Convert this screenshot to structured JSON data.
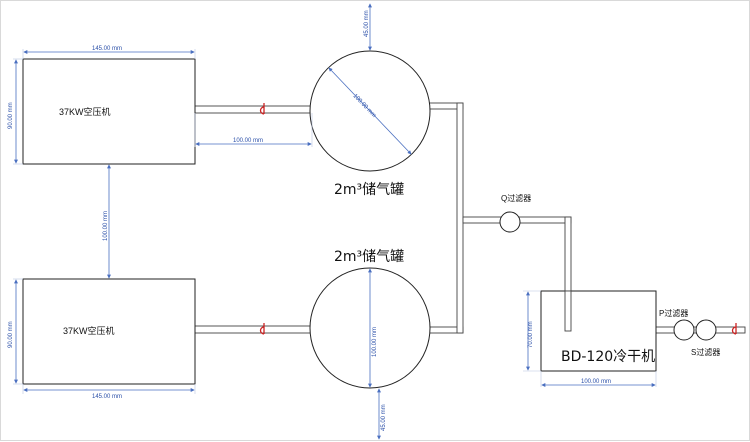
{
  "compressors": {
    "top": {
      "label": "37KW空压机"
    },
    "bottom": {
      "label": "37KW空压机"
    }
  },
  "tanks": {
    "top": {
      "label": "2m³储气罐"
    },
    "bottom": {
      "label": "2m³储气罐"
    }
  },
  "filters": {
    "q": "Q过滤器",
    "p": "P过滤器",
    "s": "S过滤器"
  },
  "dryer": {
    "label": "BD-120冷干机"
  },
  "dimensions": {
    "comp_top_width": "145.00 mm",
    "comp_top_height": "90.00 mm",
    "comp_bottom_width": "145.00 mm",
    "comp_bottom_height": "90.00 mm",
    "comp_gap": "100.00 mm",
    "pipe_length": "100.00 mm",
    "tank_top_diameter": "100.00 mm",
    "tank_bottom_diameter": "100.00 mm",
    "top_clearance": "45.00 mm",
    "bottom_clearance": "45.00 mm",
    "dryer_width": "100.00 mm",
    "dryer_height": "70.00 mm"
  },
  "colors": {
    "dimension": "#4a6fc0",
    "valve": "#cc2222",
    "outline": "#222222"
  }
}
